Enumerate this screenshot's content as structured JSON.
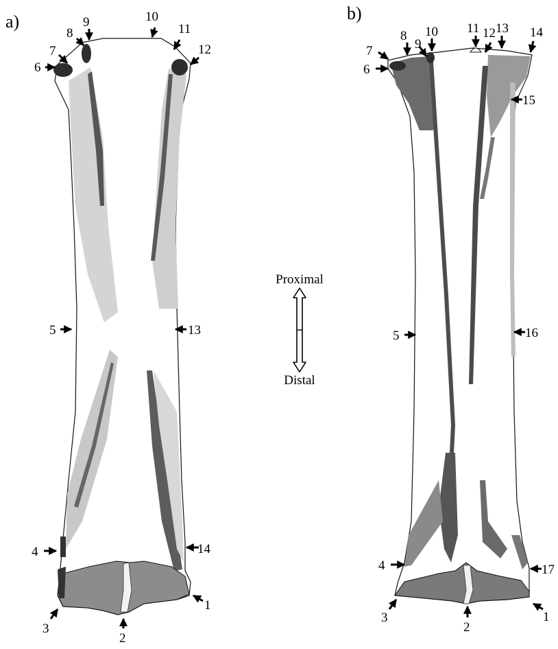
{
  "panels": [
    {
      "id": "a",
      "label": "a)",
      "callouts": [
        "1",
        "2",
        "3",
        "4",
        "5",
        "6",
        "7",
        "8",
        "9",
        "10",
        "11",
        "12",
        "13",
        "14"
      ]
    },
    {
      "id": "b",
      "label": "b)",
      "callouts": [
        "1",
        "2",
        "3",
        "4",
        "5",
        "6",
        "7",
        "8",
        "9",
        "10",
        "11",
        "12",
        "13",
        "14",
        "15",
        "16",
        "17"
      ]
    }
  ],
  "orientation": {
    "top_label": "Proximal",
    "bottom_label": "Distal"
  },
  "colors": {
    "outline": "#111111",
    "shade_dark": "#3a3a3a",
    "shade_mid": "#8a8a8a",
    "shade_light": "#d2d2d2",
    "background": "#ffffff"
  }
}
